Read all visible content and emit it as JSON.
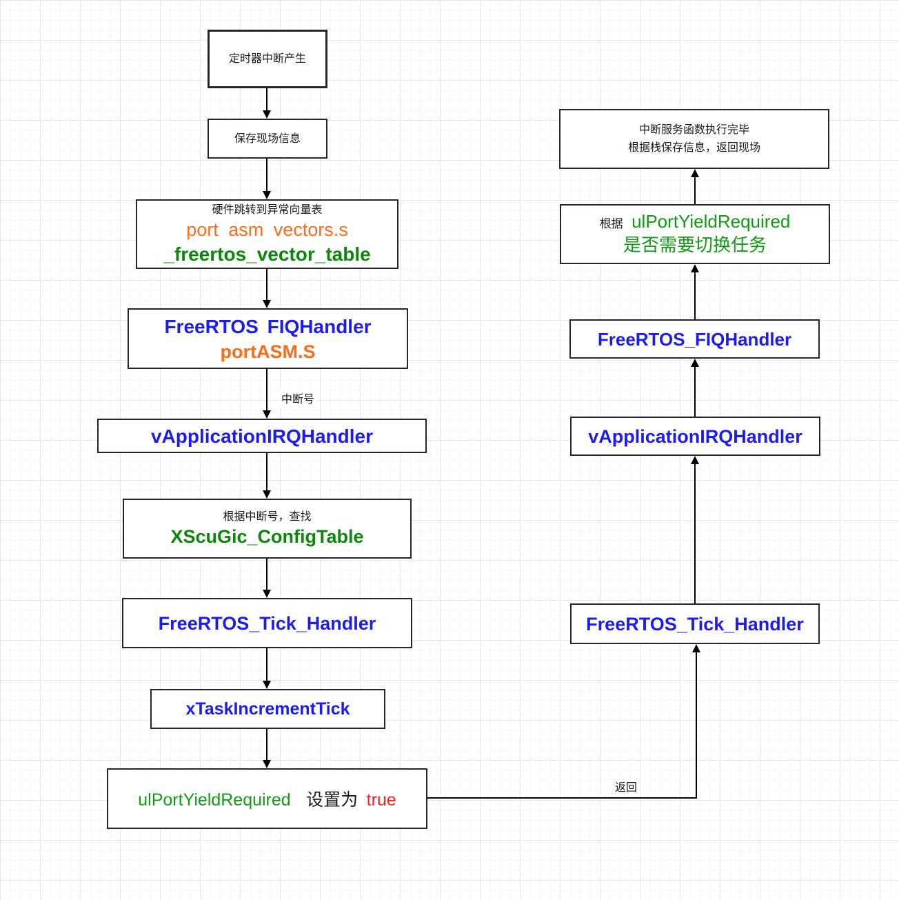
{
  "nodes": {
    "timer_interrupt": {
      "text": "定时器中断产生"
    },
    "save_context": {
      "text": "保存现场信息"
    },
    "vector_table": {
      "title": "硬件跳转到异常向量表",
      "file": "port asm vectors.s",
      "symbol": "_freertos_vector_table"
    },
    "fiq_entry": {
      "handler": "FreeRTOS FIQHandler",
      "file": "portASM.S"
    },
    "irq_handler": {
      "text": "vApplicationIRQHandler"
    },
    "config_lookup": {
      "title": "根据中断号，查找",
      "symbol": "XScuGic_ConfigTable"
    },
    "tick_handler": {
      "text": "FreeRTOS_Tick_Handler"
    },
    "increment_tick": {
      "text": "xTaskIncrementTick"
    },
    "set_yield": {
      "var": "ulPortYieldRequired",
      "mid": "设置为",
      "value": "true"
    },
    "isr_complete": {
      "line1": "中断服务函数执行完毕",
      "line2": "根据栈保存信息，返回现场"
    },
    "check_yield": {
      "prefix": "根据",
      "var": "ulPortYieldRequired",
      "line2": "是否需要切换任务"
    },
    "fiq_return": {
      "text": "FreeRTOS_FIQHandler"
    },
    "irq_return": {
      "text": "vApplicationIRQHandler"
    },
    "tick_return": {
      "text": "FreeRTOS_Tick_Handler"
    }
  },
  "edge_labels": {
    "interrupt_number": "中断号",
    "return_label": "返回"
  },
  "colors": {
    "blue": "#1c1cf0",
    "green_bold": "#0c870c",
    "green": "#149a14",
    "orange": "#ff6d1a",
    "red": "#f32424",
    "line": "#000000",
    "border": "#262626",
    "text": "#1a1a1a"
  }
}
